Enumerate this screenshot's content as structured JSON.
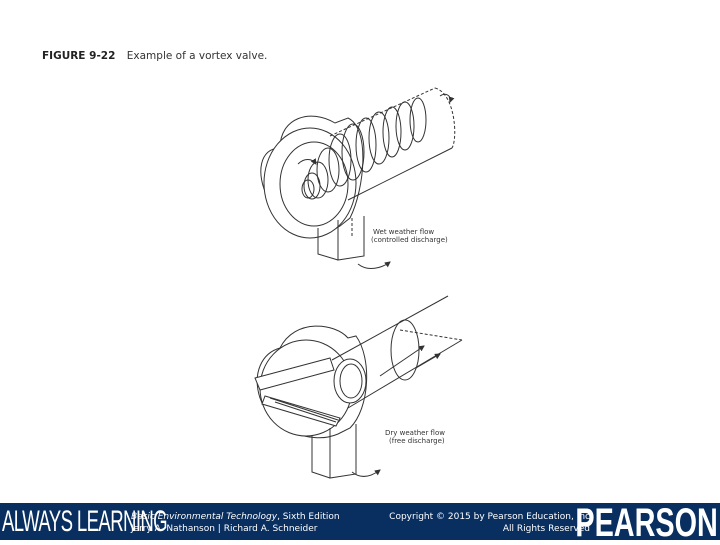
{
  "figure": {
    "number": "FIGURE 9-22",
    "caption": "Example of a vortex valve."
  },
  "diagram": {
    "top_label_line1": "Wet weather flow",
    "top_label_line2": "(controlled discharge)",
    "bottom_label_line1": "Dry weather flow",
    "bottom_label_line2": "(free discharge)"
  },
  "footer": {
    "slogan": "ALWAYS LEARNING",
    "book_title": "Basic Environmental Technology",
    "book_edition": ", Sixth Edition",
    "authors": "Jerry A. Nathanson | Richard A. Schneider",
    "copyright": "Copyright © 2015 by Pearson Education, Inc",
    "rights": "All Rights Reserved",
    "brand": "PEARSON",
    "background_color": "#082f60"
  }
}
